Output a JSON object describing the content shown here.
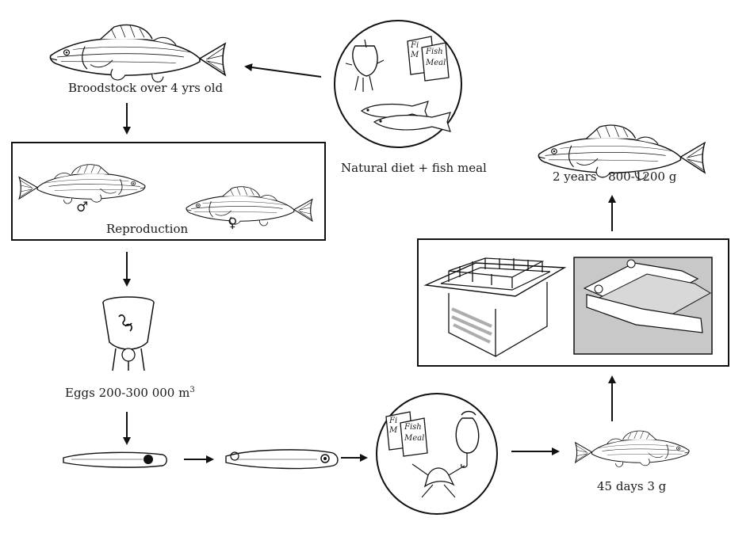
{
  "labels": {
    "broodstock": "Broodstock over 4 yrs old",
    "reproduction": "Reproduction",
    "male_symbol": "♂",
    "female_symbol": "♀",
    "eggs": "Eggs 200-300 000 m",
    "eggs_superscript": "3",
    "natural_diet": "Natural diet + fish meal",
    "two_years": "2 years - 800-1200 g",
    "forty_five_days": "45 days 3 g"
  },
  "fish_meal_bag": {
    "front_line1": "Fish",
    "front_line2": "Meal",
    "back_line1": "Fi",
    "back_line2": "M"
  }
}
